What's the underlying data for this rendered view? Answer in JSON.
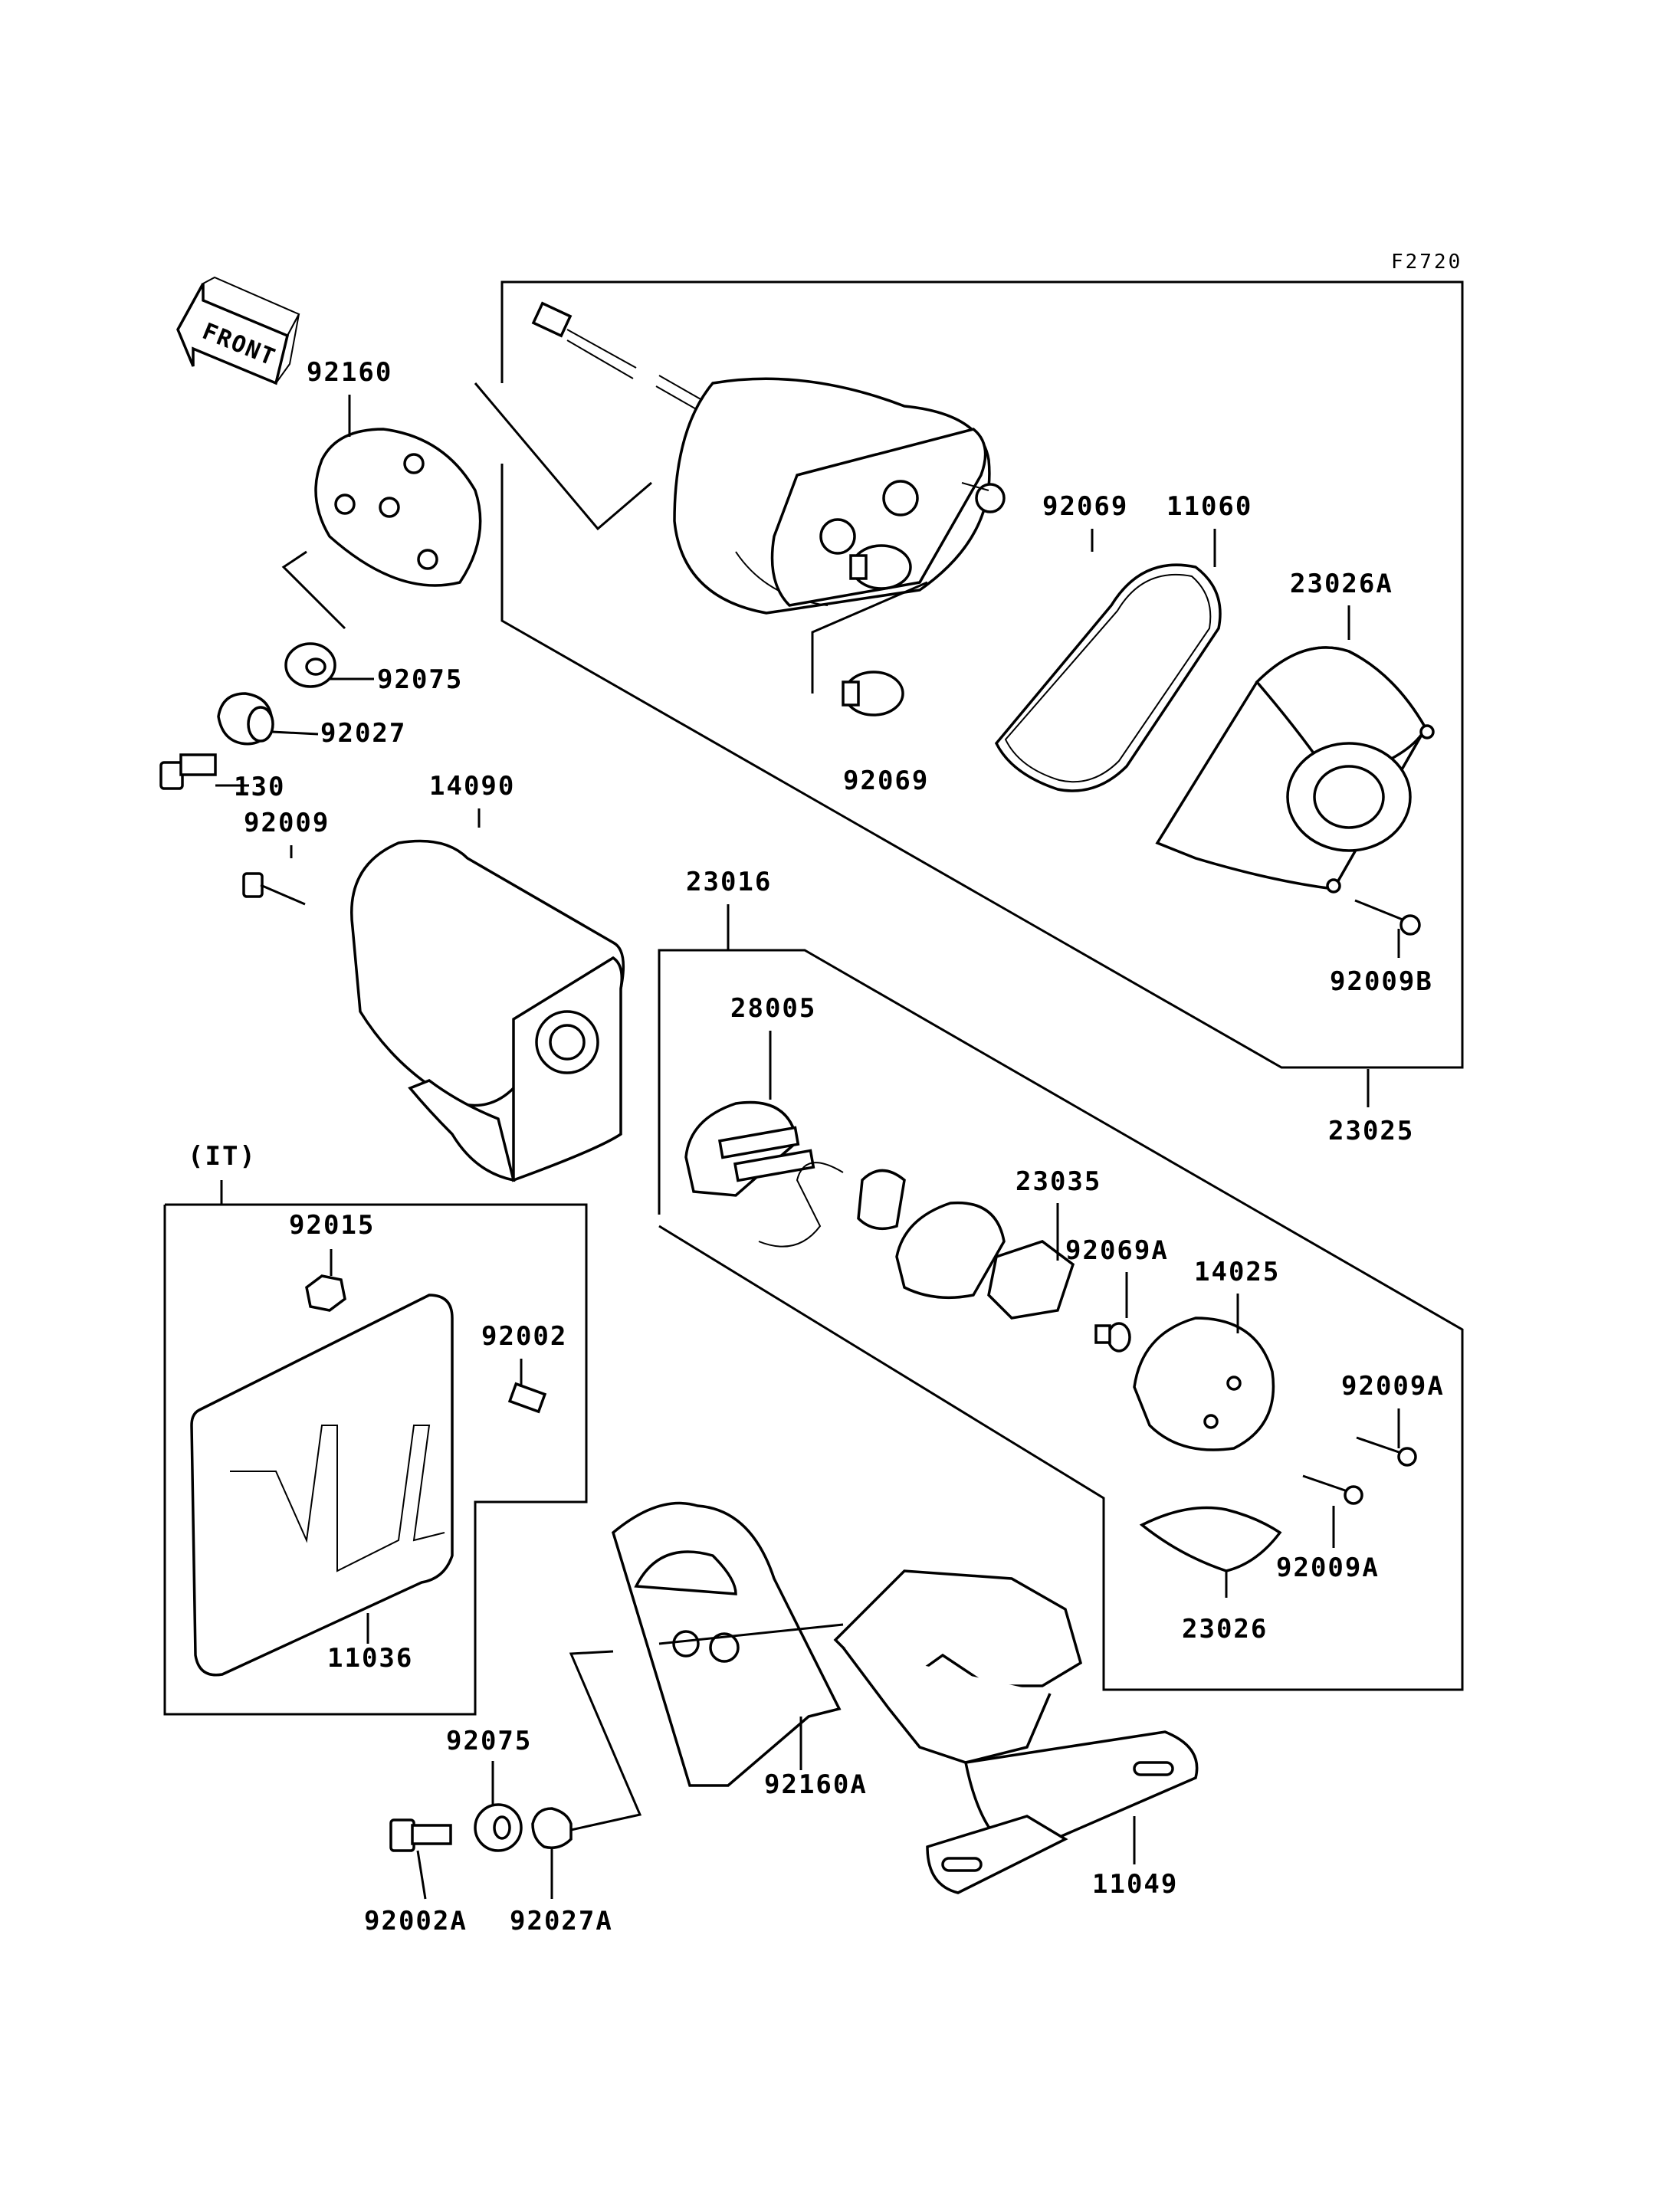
{
  "figure_code": "F2720",
  "front_label": "FRONT",
  "region_label": "(IT)",
  "callouts": {
    "c92160": "92160",
    "c92075": "92075",
    "c92027": "92027",
    "c130": "130",
    "c92009": "92009",
    "c14090": "14090",
    "c92069a": "92069",
    "c92069b": "92069",
    "c11060": "11060",
    "c23026A": "23026A",
    "c92009B": "92009B",
    "c23025": "23025",
    "c23016": "23016",
    "c28005": "28005",
    "c23035": "23035",
    "c92069A": "92069A",
    "c14025": "14025",
    "c92009A1": "92009A",
    "c92009A2": "92009A",
    "c23026": "23026",
    "c92015": "92015",
    "c92002": "92002",
    "c11036": "11036",
    "c92075b": "92075",
    "c92160A": "92160A",
    "c92002A": "92002A",
    "c92027A": "92027A",
    "c11049": "11049"
  }
}
